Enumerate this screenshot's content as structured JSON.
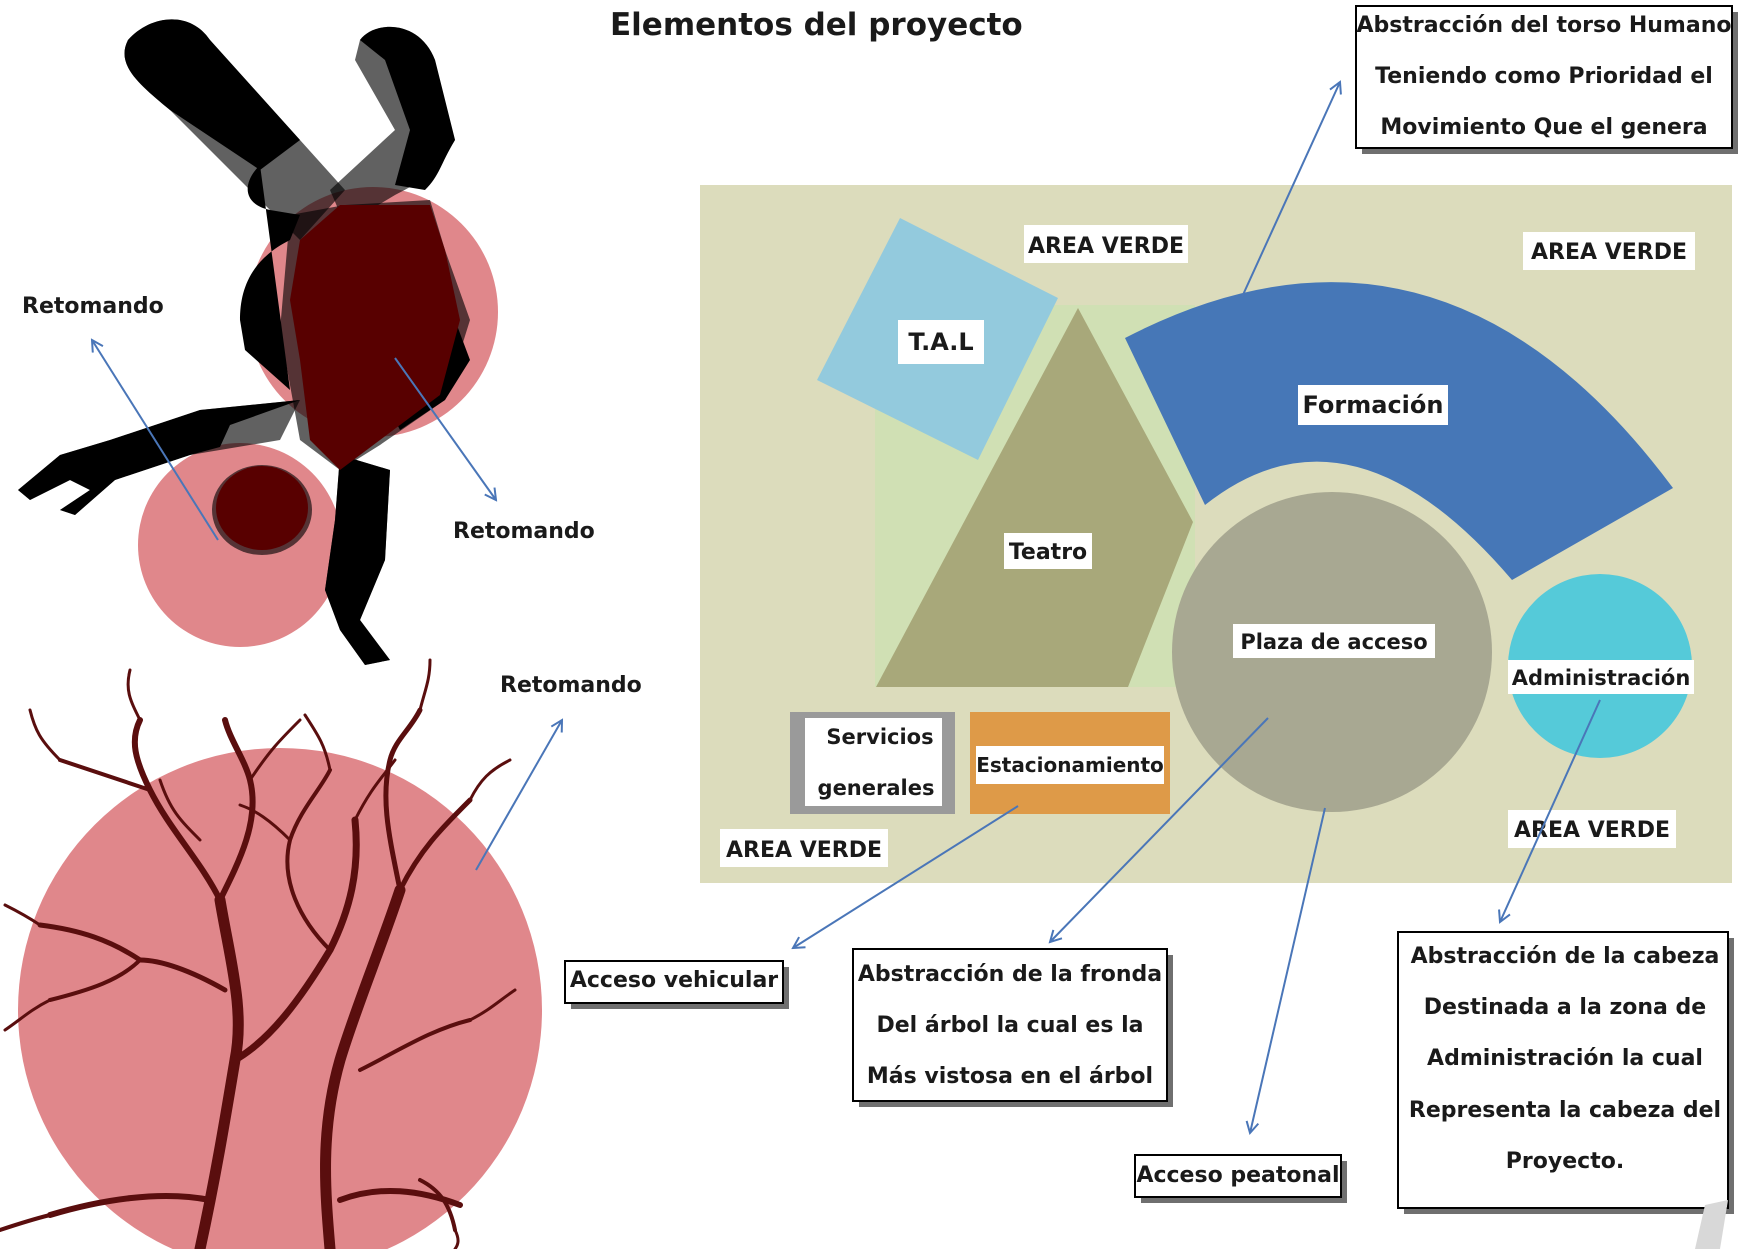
{
  "title": "Elementos del proyecto",
  "left": {
    "retomando_1": "Retomando",
    "retomando_2": "Retomando",
    "retomando_3": "Retomando"
  },
  "plan": {
    "area_verde_1": "AREA VERDE",
    "area_verde_2": "AREA VERDE",
    "area_verde_3": "AREA VERDE",
    "area_verde_4": "AREA VERDE",
    "tal": "T.A.L",
    "formacion": "Formación",
    "teatro": "Teatro",
    "plaza": "Plaza de acceso",
    "administracion": "Administración",
    "servicios_1": "Servicios",
    "servicios_2": "generales",
    "estacionamiento": "Estacionamiento"
  },
  "notes": {
    "torso": [
      "Abstracción del  torso Humano",
      "Teniendo como Prioridad el",
      "Movimiento Que el genera"
    ],
    "fronda": [
      "Abstracción de la fronda",
      "Del árbol la cual es la",
      "Más vistosa en el árbol"
    ],
    "cabeza": [
      "Abstracción de la cabeza",
      "Destinada a la zona de",
      "Administración la cual",
      "Representa la cabeza del",
      "Proyecto."
    ],
    "acceso_vehicular": "Acceso vehicular",
    "acceso_peatonal": "Acceso peatonal"
  },
  "colors": {
    "plan_bg": "#dcdcbc",
    "inner_green": "#d0e0b4",
    "tal": "#93cadd",
    "formacion": "#4677b7",
    "teatro": "#a8a87a",
    "plaza": "#a8a892",
    "administracion": "#55cad9",
    "servicios": "#9a9a9a",
    "estacionamiento": "#de9a48",
    "pink": "#e0878b",
    "dark_red": "#580000",
    "arrow": "#4a76b8"
  }
}
